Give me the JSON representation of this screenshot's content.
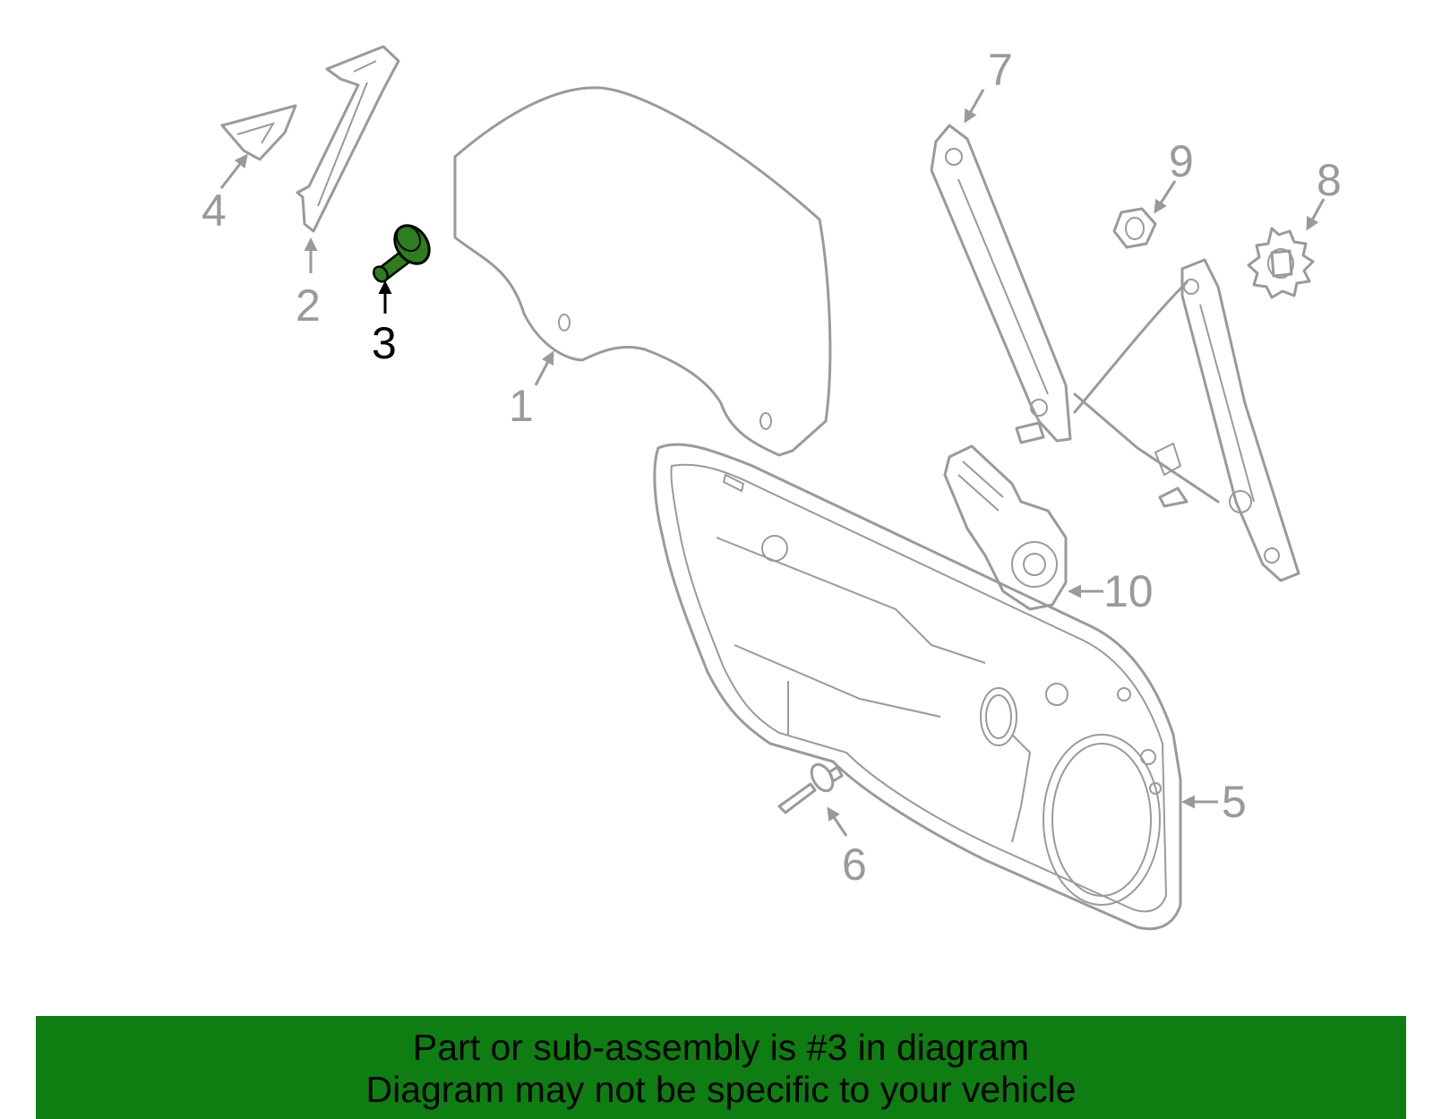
{
  "callouts": {
    "c1": "1",
    "c2": "2",
    "c3": "3",
    "c4": "4",
    "c5": "5",
    "c6": "6",
    "c7": "7",
    "c8": "8",
    "c9": "9",
    "c10": "10"
  },
  "highlighted_part": "3",
  "colors": {
    "highlight_part": "#2e7d1e",
    "banner_background": "#0e7e12",
    "outline_gray": "#9a9a9a"
  },
  "banner": {
    "line1": "Part or sub-assembly is #3 in diagram",
    "line2": "Diagram may not be specific to your vehicle"
  }
}
